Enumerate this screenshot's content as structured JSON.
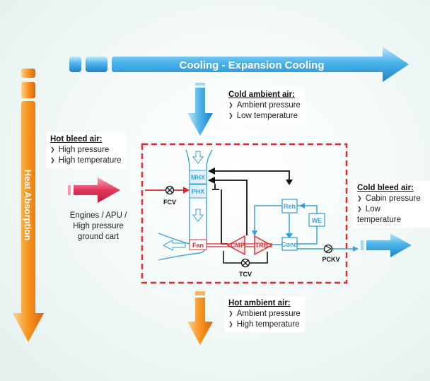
{
  "banner": {
    "cooling": "Cooling - Expansion Cooling",
    "heat": "Heat Absorption"
  },
  "cold_ambient": {
    "title": "Cold ambient air:",
    "items": [
      "Ambient pressure",
      "Low temperature"
    ]
  },
  "hot_bleed": {
    "title": "Hot bleed air:",
    "items": [
      "High pressure",
      "High temperature"
    ]
  },
  "cold_bleed": {
    "title": "Cold bleed air:",
    "items": [
      "Cabin pressure",
      "Low temperature"
    ]
  },
  "hot_ambient": {
    "title": "Hot ambient air:",
    "items": [
      "Ambient pressure",
      "High temperature"
    ]
  },
  "source": {
    "line1": "Engines / APU /",
    "line2": "High pressure",
    "line3": "ground cart"
  },
  "components": {
    "mhx": "MHX",
    "phx": "PHX",
    "fan": "Fan",
    "cmp": "CMP",
    "trb": "TRB",
    "reh": "Reh",
    "we": "WE",
    "cond": "Cond",
    "fcv": "FCV",
    "tcv": "TCV",
    "pckv": "PCKV"
  },
  "colors": {
    "blue": "#3aa0dc",
    "red": "#e02a2a",
    "orange": "#f08a1e",
    "dark": "#111111",
    "dash": "#e02a2a"
  }
}
